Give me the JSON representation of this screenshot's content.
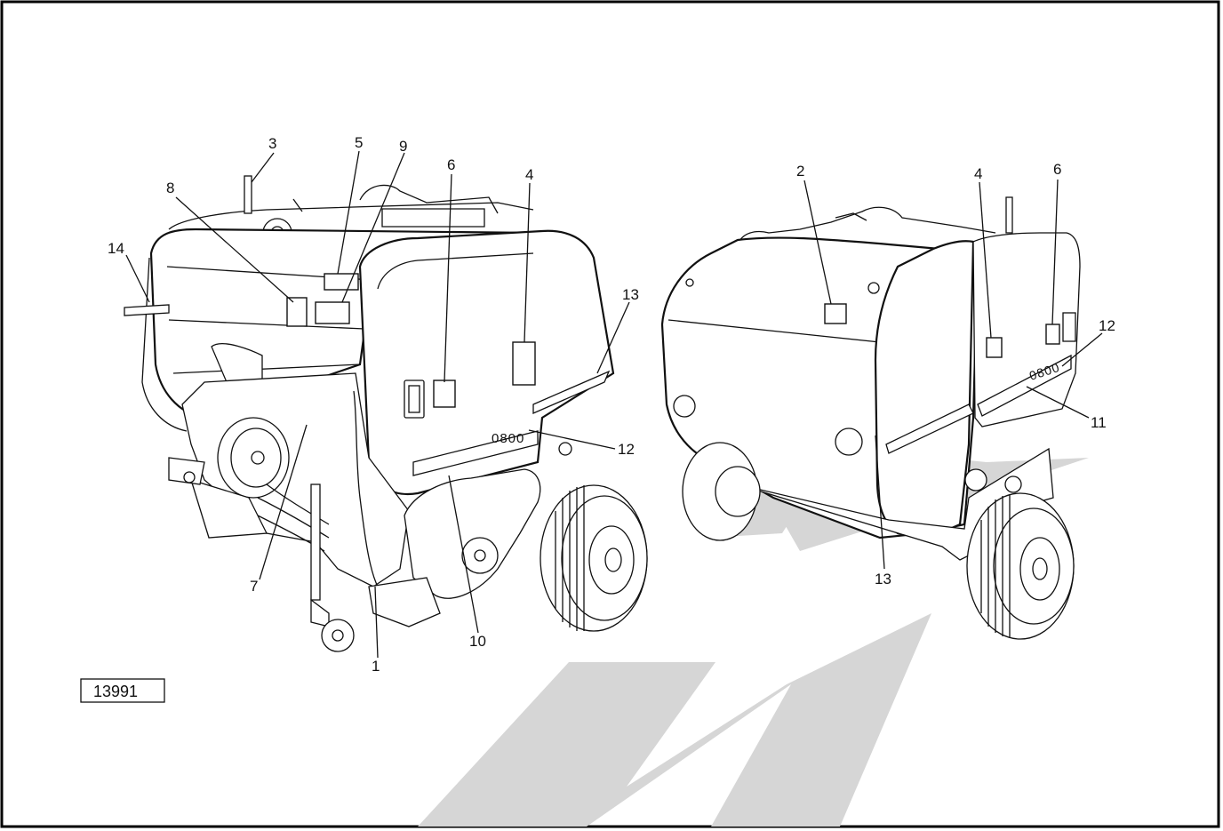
{
  "figure_id": "13991",
  "colors": {
    "watermark": "#d6d6d6",
    "line": "#111111",
    "frame": "#000000"
  },
  "left_machine": {
    "serial_plate": "0800",
    "callouts": [
      {
        "id": "c-3",
        "label": "3"
      },
      {
        "id": "c-5",
        "label": "5"
      },
      {
        "id": "c-9",
        "label": "9"
      },
      {
        "id": "c-6",
        "label": "6"
      },
      {
        "id": "c-4",
        "label": "4"
      },
      {
        "id": "c-8",
        "label": "8"
      },
      {
        "id": "c-14",
        "label": "14"
      },
      {
        "id": "c-13",
        "label": "13"
      },
      {
        "id": "c-12",
        "label": "12"
      },
      {
        "id": "c-7",
        "label": "7"
      },
      {
        "id": "c-10",
        "label": "10"
      },
      {
        "id": "c-1",
        "label": "1"
      }
    ]
  },
  "right_machine": {
    "serial_plate": "0800",
    "callouts": [
      {
        "id": "c-2",
        "label": "2"
      },
      {
        "id": "c-4",
        "label": "4"
      },
      {
        "id": "c-6",
        "label": "6"
      },
      {
        "id": "c-12",
        "label": "12"
      },
      {
        "id": "c-11",
        "label": "11"
      },
      {
        "id": "c-13",
        "label": "13"
      }
    ]
  }
}
